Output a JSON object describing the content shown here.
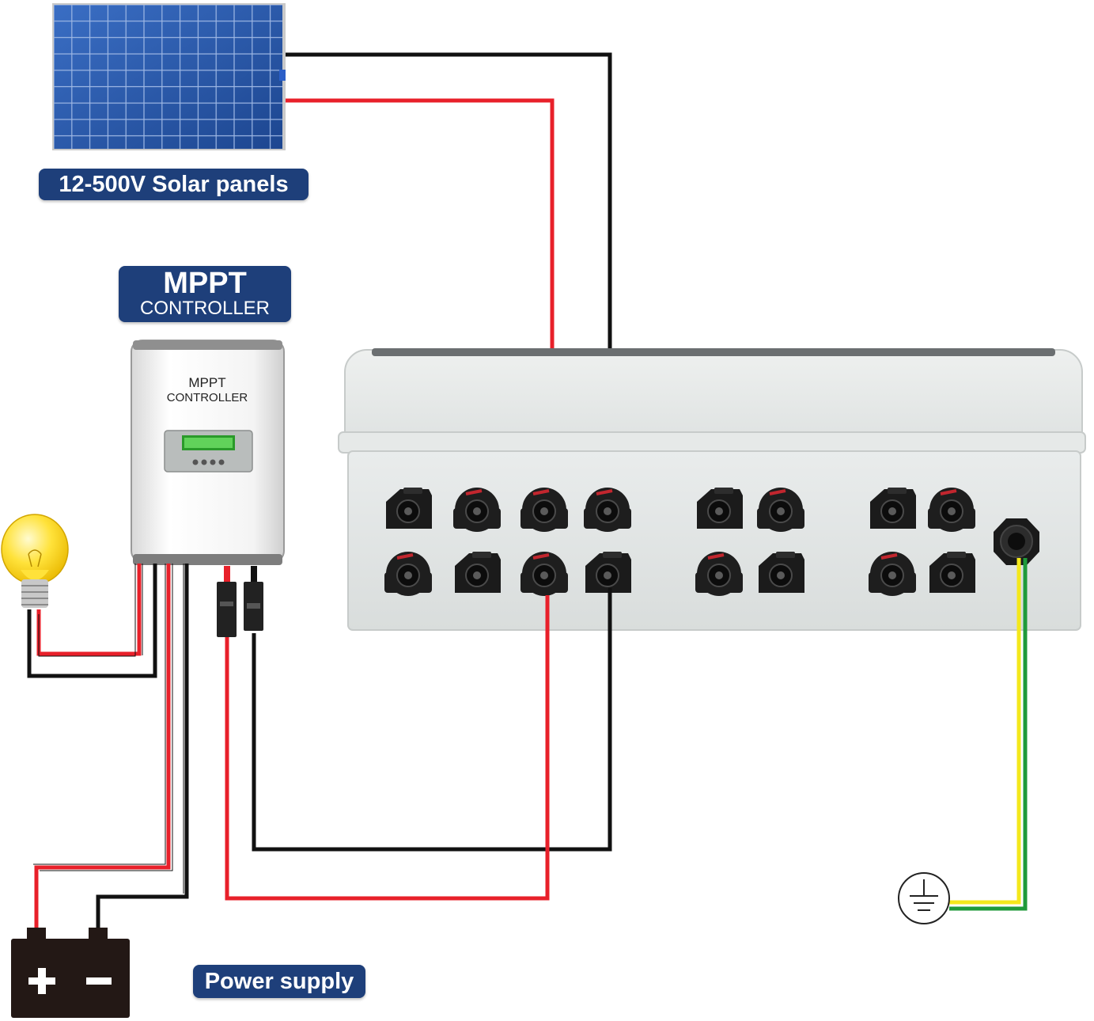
{
  "labels": {
    "solar_panels": "12-500V Solar panels",
    "mppt_title": "MPPT",
    "mppt_subtitle": "CONTROLLER",
    "power_supply": "Power supply"
  },
  "controller_face": {
    "line1": "MPPT",
    "line2": "CONTROLLER"
  },
  "colors": {
    "label_bg": "#1e3f7a",
    "wire_red": "#e8202a",
    "wire_black": "#111111",
    "wire_ground_yellow": "#f4e81c",
    "wire_ground_green": "#1f9a3a",
    "panel_blue": "#2f5fb3",
    "enclosure": "#dfe3e2",
    "battery": "#231815"
  },
  "icons": [
    "solar-panel-icon",
    "light-bulb-icon",
    "battery-icon",
    "ground-symbol-icon",
    "mppt-controller-icon",
    "combiner-box-icon",
    "mc4-connector-icon",
    "cable-gland-icon"
  ]
}
